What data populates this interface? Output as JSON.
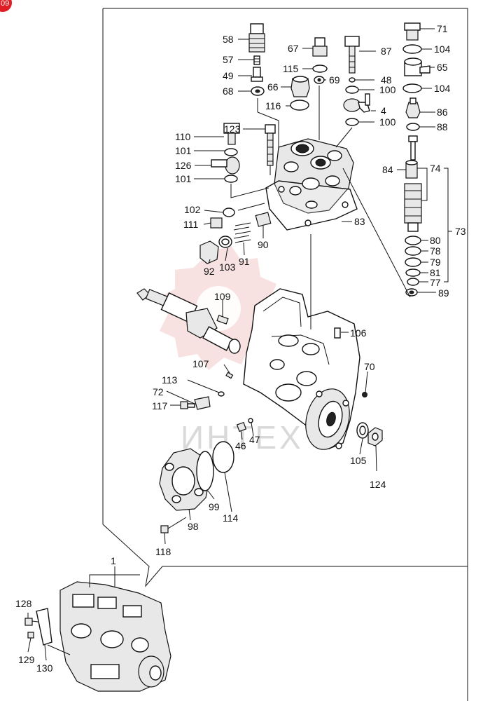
{
  "badge_text": "09",
  "watermark_text": "ИНТЕХ",
  "colors": {
    "watermark": "#e05555",
    "badge": "#e01e25",
    "line": "#111111"
  },
  "labels": {
    "p1": "1",
    "p4": "4",
    "p46": "46",
    "p47": "47",
    "p48": "48",
    "p49": "49",
    "p57": "57",
    "p58": "58",
    "p65": "65",
    "p66": "66",
    "p67": "67",
    "p68": "68",
    "p69": "69",
    "p70": "70",
    "p71": "71",
    "p72": "72",
    "p73": "73",
    "p74": "74",
    "p77": "77",
    "p78": "78",
    "p79": "79",
    "p80": "80",
    "p81": "81",
    "p83": "83",
    "p84": "84",
    "p86": "86",
    "p87": "87",
    "p88": "88",
    "p89": "89",
    "p90": "90",
    "p91": "91",
    "p92": "92",
    "p98": "98",
    "p99": "99",
    "p100a": "100",
    "p100b": "100",
    "p101a": "101",
    "p101b": "101",
    "p102": "102",
    "p103": "103",
    "p104a": "104",
    "p104b": "104",
    "p105": "105",
    "p106": "106",
    "p107": "107",
    "p109": "109",
    "p110": "110",
    "p111": "111",
    "p113": "113",
    "p114": "114",
    "p115": "115",
    "p116": "116",
    "p117": "117",
    "p118": "118",
    "p123": "123",
    "p124": "124",
    "p126": "126",
    "p128": "128",
    "p129": "129",
    "p130": "130"
  }
}
